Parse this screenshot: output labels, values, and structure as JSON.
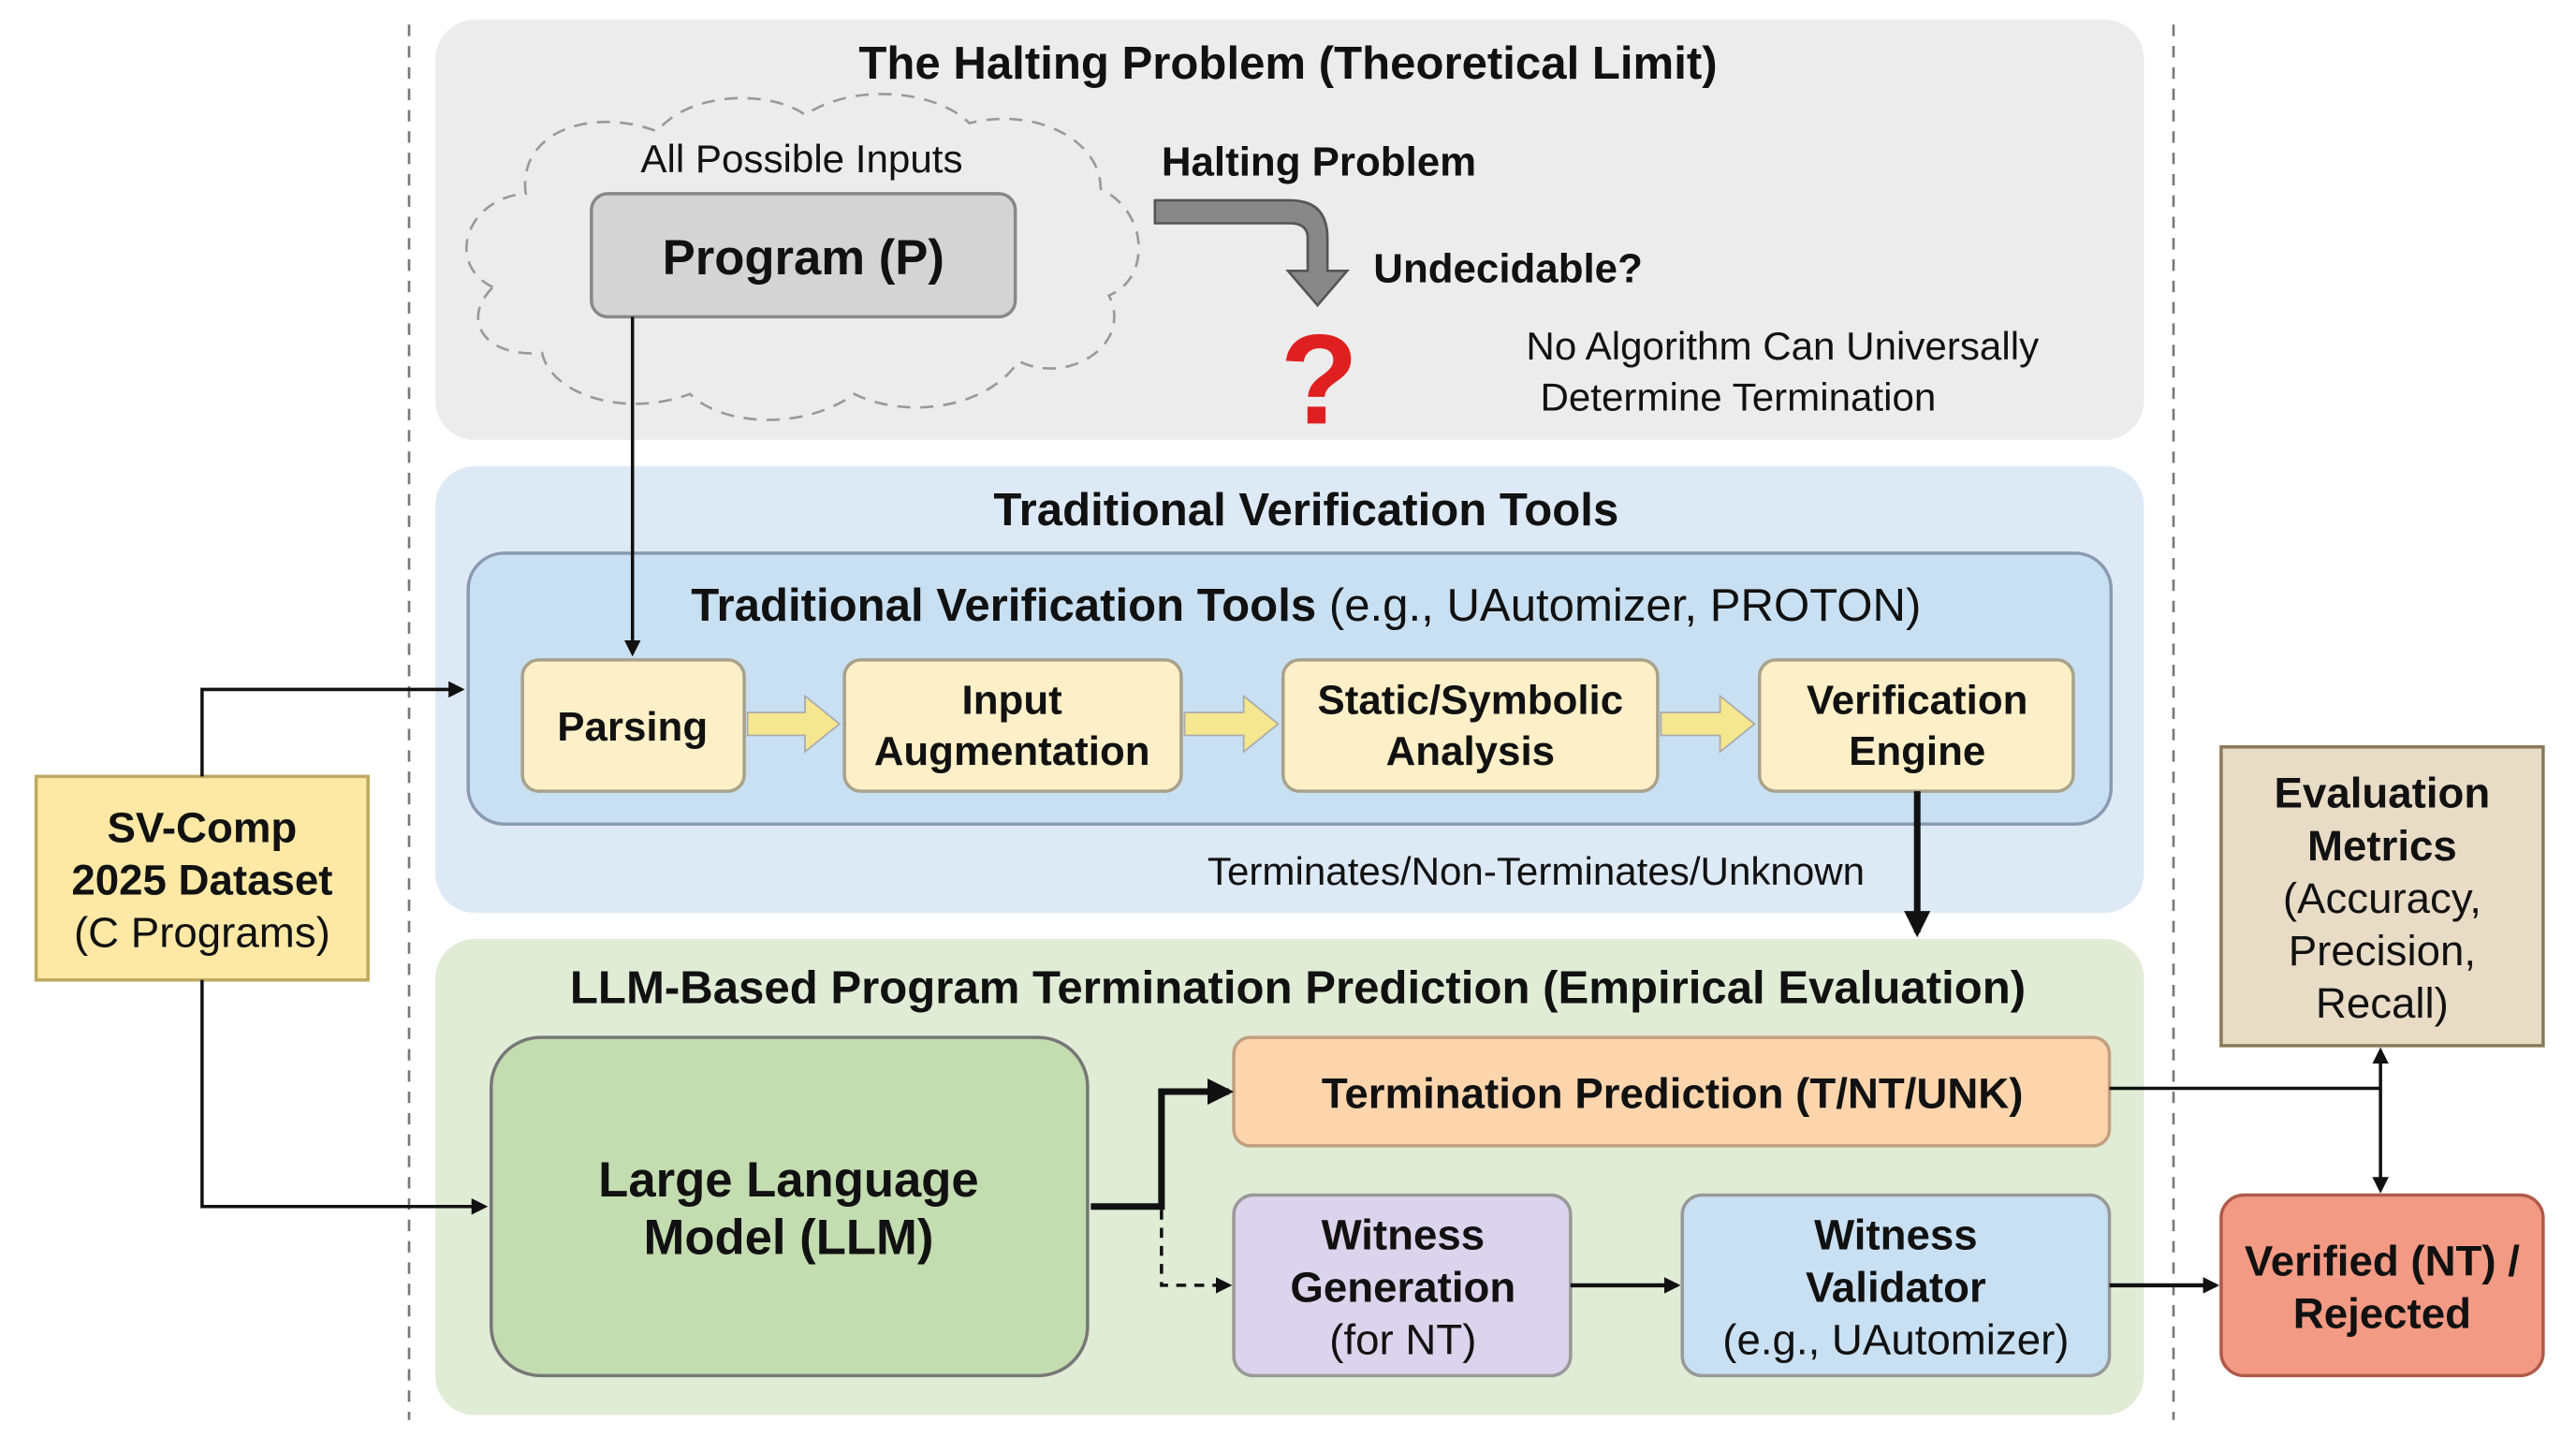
{
  "halting": {
    "title": "The Halting Problem (Theoretical Limit)",
    "cloud_label": "All Possible Inputs",
    "program": "Program (P)",
    "halting_label": "Halting Problem",
    "undecidable": "Undecidable?",
    "question_mark": "?",
    "note_line1": "No Algorithm Can Universally",
    "note_line2": "Determine Termination"
  },
  "traditional": {
    "title": "Traditional Verification Tools",
    "inner_title_bold": "Traditional Verification Tools",
    "inner_title_rest": " (e.g., UAutomizer, PROTON)",
    "steps": [
      {
        "lines": [
          "Parsing"
        ]
      },
      {
        "lines": [
          "Input",
          "Augmentation"
        ]
      },
      {
        "lines": [
          "Static/Symbolic",
          "Analysis"
        ]
      },
      {
        "lines": [
          "Verification",
          "Engine"
        ]
      }
    ],
    "output_label": "Terminates/Non-Terminates/Unknown"
  },
  "llm": {
    "title": "LLM-Based Program Termination Prediction (Empirical Evaluation)",
    "model_lines": [
      "Large Language",
      "Model (LLM)"
    ],
    "prediction": "Termination Prediction (T/NT/UNK)",
    "witness_gen": [
      "Witness",
      "Generation",
      "(for NT)"
    ],
    "witness_val": [
      "Witness",
      "Validator",
      "(e.g., UAutomizer)"
    ]
  },
  "dataset": [
    "SV-Comp",
    "2025 Dataset",
    "(C Programs)"
  ],
  "metrics": [
    "Evaluation",
    "Metrics",
    "(Accuracy,",
    "Precision,",
    "Recall)"
  ],
  "verified": [
    "Verified (NT) /",
    "Rejected"
  ],
  "colors": {
    "halting_panel": "#ececec",
    "traditional_panel": "#dde9f5",
    "llm_panel": "#e0ecd6",
    "step": "#fdf0c8",
    "prediction": "#fdd5ad",
    "witness_gen": "#dcd3ec",
    "witness_val": "#c9e0f3",
    "dataset": "#fde9a5",
    "metrics": "#e8dcc6",
    "verified": "#f29a84"
  }
}
